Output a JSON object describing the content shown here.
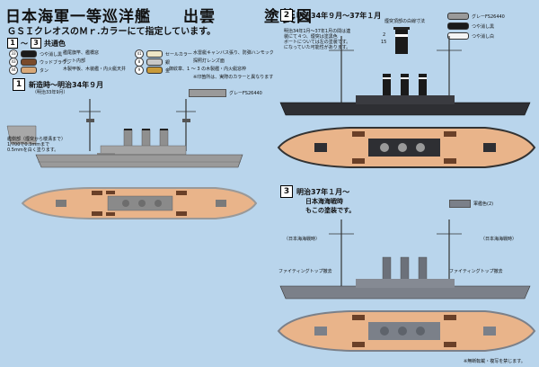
{
  "header": {
    "title": "日本海軍一等巡洋艦　　出雲　　　塗装図",
    "subtitle": "ＧＳＩクレオスのＭｒ.カラーにて指定しています。"
  },
  "common": {
    "range_start": "1",
    "range_end": "3",
    "label": "共通色",
    "legend": [
      {
        "code": "33",
        "label": "つや消し黒",
        "color": "#1a1a1a"
      },
      {
        "code": "",
        "label": "艦尾旗竿、艦橋窓",
        "color": ""
      },
      {
        "code": "41",
        "label": "セールカラー",
        "color": "#efe6c6"
      },
      {
        "code": "",
        "label": "水雷艇キャンバス張り、防弾ハンモック",
        "color": ""
      },
      {
        "code": "43",
        "label": "ウッドブラウン",
        "color": "#7a4a2a"
      },
      {
        "code": "",
        "label": "ボート内部",
        "color": ""
      },
      {
        "code": "8",
        "label": "銀",
        "color": "#c8c8c8"
      },
      {
        "code": "",
        "label": "探照灯レンズ面",
        "color": ""
      },
      {
        "code": "44",
        "label": "タン",
        "color": "#d8a878"
      },
      {
        "code": "",
        "label": "木製甲板、木装艦・内火艇天井",
        "color": ""
      },
      {
        "code": "9",
        "label": "金",
        "color": "#c89a3a"
      },
      {
        "code": "",
        "label": "御紋章、1 〜 3 の木製艦・内火艇窓枠",
        "color": ""
      }
    ],
    "footnote": "※印箇所は、実際のカラーと異なります"
  },
  "sections": [
    {
      "num": "1",
      "title": "新造時〜明治34年９月",
      "sub": "（明治33年9月）",
      "grey_code": "",
      "grey_label": "グレーFS26440"
    },
    {
      "num": "2",
      "title": "明治34年９月〜37年１月",
      "legend": [
        {
          "code": "",
          "label": "グレーFS26440",
          "color": "#9a9a9a"
        },
        {
          "code": "",
          "label": "つや消し黒",
          "color": "#1a1a1a"
        },
        {
          "code": "",
          "label": "つや消し白",
          "color": "#f4f4f4"
        }
      ]
    },
    {
      "num": "3",
      "title": "明治37年１月〜",
      "sub1": "日本海海戦時",
      "sub2": "もこの塗装です。",
      "grey_code": "",
      "grey_label": "軍艦色(2)"
    }
  ],
  "annotations": {
    "s1_note1": "艦側部（煙突から楼溝まで）",
    "s1_note2": "1/700で0.3mmまで",
    "s1_note3": "0.5mmを白く塗ります。",
    "s2_note_top": "煙突頂部の白線寸法",
    "s2_dim_a": "2",
    "s2_dim_b": "15",
    "s2_note1": "明治34年1月〜37年1月の間は連",
    "s2_note2": "装にて４つ、煙突は塗黒色",
    "s2_note3": "ボートについては左の塗装です。",
    "s2_note4": "になっていた可能性があります。",
    "s3_flag_left": "（日本海海戦時）",
    "s3_flag_right": "（日本海海戦時）",
    "s3_label_left": "ファイティングトップ撤去",
    "s3_label_right": "ファイティングトップ撤去",
    "footer": "※無断転載・複写を禁じます。"
  },
  "colors": {
    "background": "#b9d5ec",
    "hull_grey": "#9a9a9a",
    "hull_dark": "#2e2f33",
    "deck_tan": "#e9b48a",
    "boat_brown": "#6a4028",
    "black": "#1a1a1a",
    "white": "#ffffff"
  }
}
